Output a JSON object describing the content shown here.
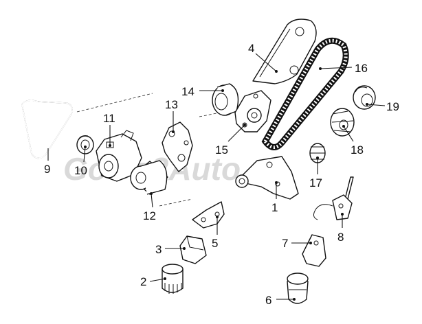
{
  "watermark": "GoGo2Auto.ru",
  "callouts": [
    "1",
    "2",
    "3",
    "4",
    "5",
    "6",
    "7",
    "8",
    "9",
    "10",
    "11",
    "12",
    "13",
    "14",
    "15",
    "16",
    "17",
    "18",
    "19"
  ]
}
